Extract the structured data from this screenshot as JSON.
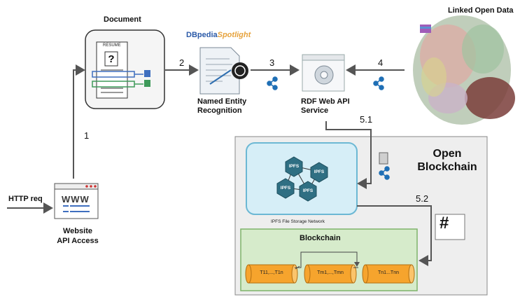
{
  "labels": {
    "document": "Document",
    "dbpedia_logo_left": "DBpedia",
    "dbpedia_logo_right": "Spotlight",
    "named_entity": "Named Entity\nRecognition",
    "rdf_service": "RDF Web API\nService",
    "linked_open_data": "Linked Open Data",
    "http_req": "HTTP req",
    "website": "Website\nAPI Access",
    "open_blockchain": "Open\nBlockchain",
    "ipfs_network": "IPFS File Storage Network",
    "blockchain": "Blockchain",
    "doc_header": "RESUME",
    "www": "WWW"
  },
  "steps": {
    "s1": "1",
    "s2": "2",
    "s3": "3",
    "s4": "4",
    "s51": "5.1",
    "s52": "5.2"
  },
  "ipfs_nodes": [
    "IPFS",
    "IPFS",
    "IPFS",
    "IPFS"
  ],
  "blocks": [
    "T11,...,T1n",
    "Tm1,...,Tmn",
    "Tn1...Tnn"
  ],
  "hash_symbol": "#",
  "colors": {
    "ipfs_bg": "#d6eef7",
    "ipfs_border": "#6cb8d4",
    "ipfs_node": "#2f6f83",
    "blockchain_bg": "#d6ebcb",
    "blockchain_border": "#7fb36a",
    "cylinder": "#f6a42d",
    "open_bc_bg": "#eeeeee",
    "share_icon": "#1f6fb5",
    "arrow": "#555555"
  }
}
